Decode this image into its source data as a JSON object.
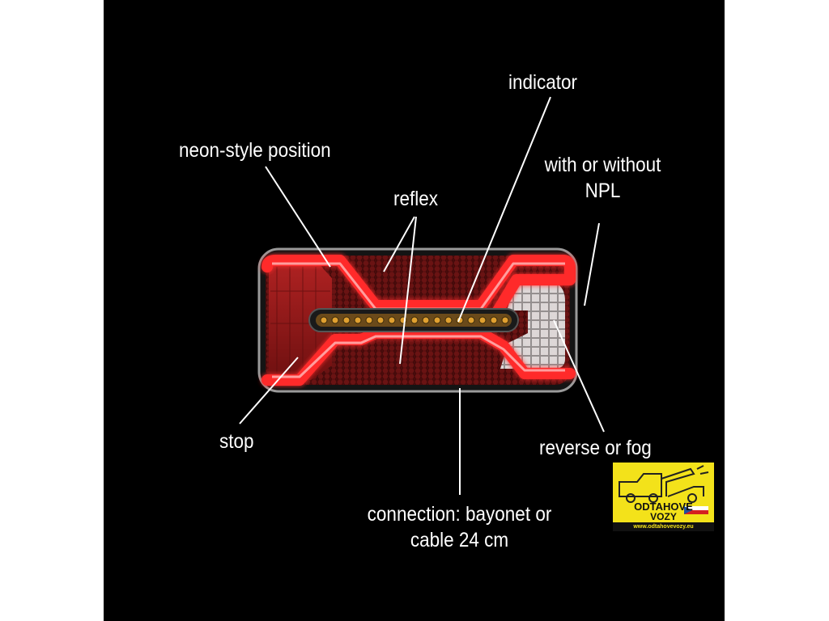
{
  "labels": {
    "indicator": "indicator",
    "neon_position": "neon-style position",
    "reflex": "reflex",
    "npl_line1": "with or without",
    "npl_line2": "NPL",
    "stop": "stop",
    "reverse_fog": "reverse or fog",
    "connection_line1": "connection: bayonet or",
    "connection_line2": "cable 24 cm"
  },
  "logo": {
    "name_line1": "ODTAHOVÉ",
    "name_line2": "VOZY",
    "url": "www.odtahovevozy.eu"
  },
  "colors": {
    "background": "#000000",
    "neon_red": "#ff2a2a",
    "lens_red": "#7a1212",
    "indicator_amber": "#e0a030",
    "reverse_white": "#e6e6e6",
    "logo_yellow": "#f3e21a"
  }
}
